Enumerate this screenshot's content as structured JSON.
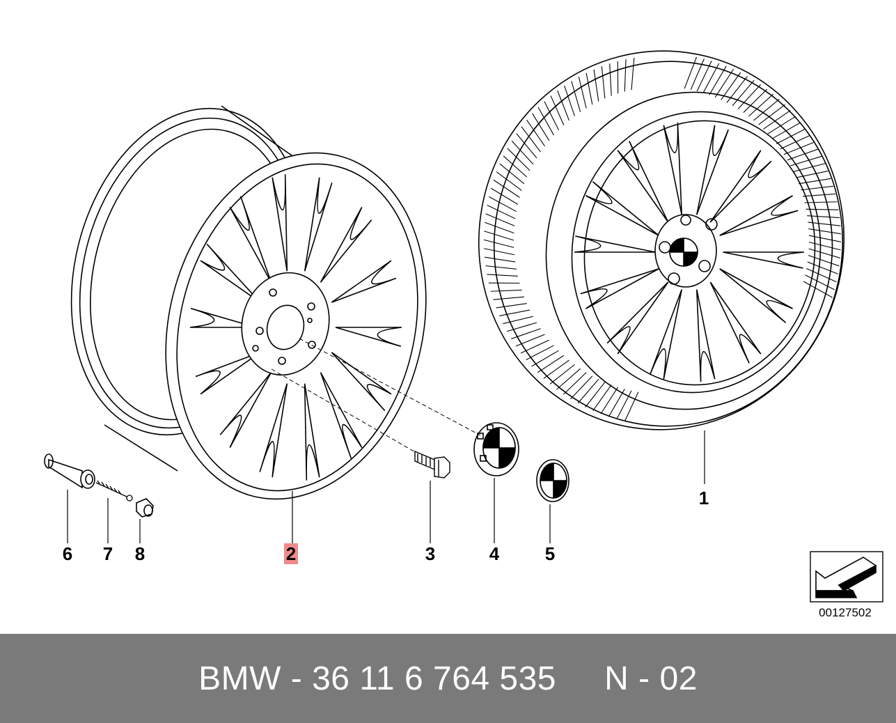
{
  "diagram": {
    "callouts": [
      {
        "id": "1",
        "label": "1",
        "highlighted": false
      },
      {
        "id": "2",
        "label": "2",
        "highlighted": true
      },
      {
        "id": "3",
        "label": "3",
        "highlighted": false
      },
      {
        "id": "4",
        "label": "4",
        "highlighted": false
      },
      {
        "id": "5",
        "label": "5",
        "highlighted": false
      },
      {
        "id": "6",
        "label": "6",
        "highlighted": false
      },
      {
        "id": "7",
        "label": "7",
        "highlighted": false
      },
      {
        "id": "8",
        "label": "8",
        "highlighted": false
      }
    ],
    "figure_id": "00127502",
    "highlight_color": "#f08a8a",
    "icons": [
      "wheel-rim-icon",
      "complete-wheel-tire-icon",
      "wheel-bolt-icon",
      "hub-cap-icon",
      "emblem-icon",
      "valve-icon",
      "valve-core-icon",
      "valve-cap-icon",
      "arrow-icon"
    ]
  },
  "footer": {
    "text": "BMW - 36 11 6 764 535     N - 02",
    "background": "#7a7a7a",
    "color": "#ffffff"
  }
}
